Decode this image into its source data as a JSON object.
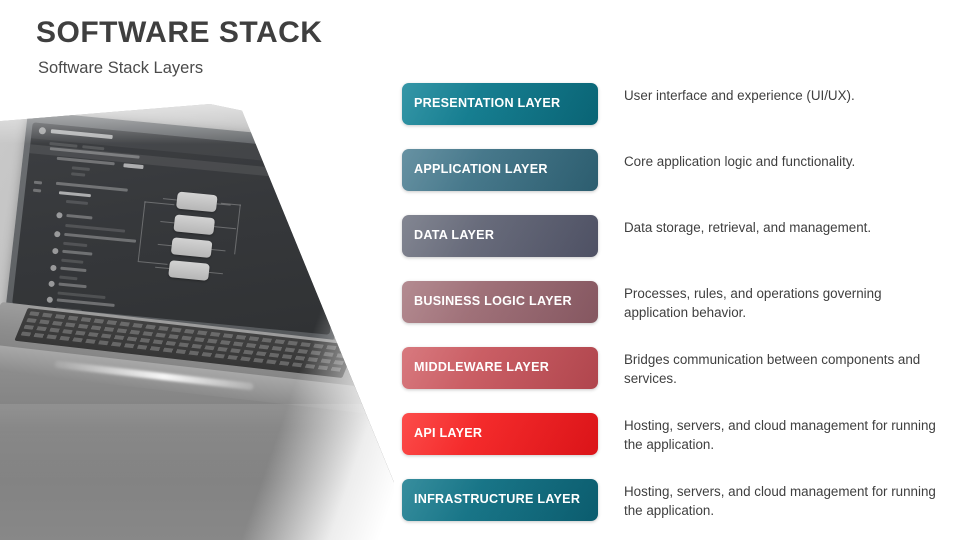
{
  "header": {
    "title": "SOFTWARE STACK",
    "subtitle": "Software Stack Layers"
  },
  "photo": {
    "name": "laptop-photo",
    "description": "Grayscale photo of an open laptop on a desk displaying a dark IDE with a flowchart diagram"
  },
  "colors": {
    "title": "#3f3f3f",
    "subtitle": "#4b4b4b",
    "description_text": "#3f3f3f",
    "background": "#ffffff",
    "layer_label": "#ffffff"
  },
  "layers": [
    {
      "id": "presentation",
      "label": "PRESENTATION LAYER",
      "description": "User interface and experience (UI/UX).",
      "color_from": "#0f8296",
      "color_to": "#0a6a7c"
    },
    {
      "id": "application",
      "label": "APPLICATION LAYER",
      "description": "Core application logic and functionality.",
      "color_from": "#4a7d91",
      "color_to": "#2f6376"
    },
    {
      "id": "data",
      "label": "DATA LAYER",
      "description": "Data storage, retrieval, and management.",
      "color_from": "#6b6f7d",
      "color_to": "#53566a"
    },
    {
      "id": "business-logic",
      "label": "BUSINESS LOGIC LAYER",
      "description": "Processes, rules, and operations governing application behavior.",
      "color_from": "#a5757c",
      "color_to": "#8d5c66"
    },
    {
      "id": "middleware",
      "label": "MIDDLEWARE LAYER",
      "description": "Bridges communication between components and services.",
      "color_from": "#d06066",
      "color_to": "#bb4a52"
    },
    {
      "id": "api",
      "label": "API LAYER",
      "description": "Hosting, servers, and cloud management for running the application.",
      "color_from": "#fb2a28",
      "color_to": "#e8151a"
    },
    {
      "id": "infrastructure",
      "label": "INFRASTRUCTURE LAYER",
      "description": "Hosting, servers, and cloud management for running the application.",
      "color_from": "#11788b",
      "color_to": "#0c6275"
    }
  ]
}
